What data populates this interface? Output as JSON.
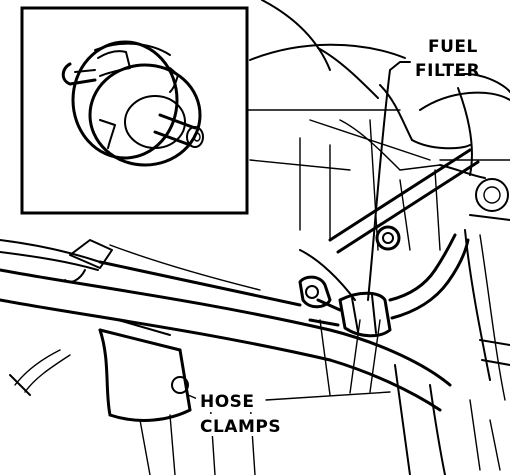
{
  "labels": {
    "fuel_filter_line1": "FUEL",
    "fuel_filter_line2": "FILTER",
    "hose_clamps_line1": "HOSE",
    "hose_clamps_line2": "CLAMPS"
  }
}
